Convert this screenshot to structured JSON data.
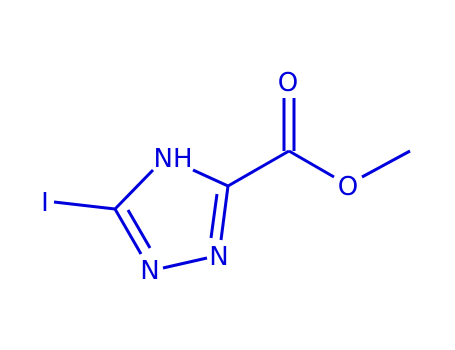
{
  "structure": {
    "color": "#0000dd",
    "atoms": {
      "carbonyl_oxygen": "O",
      "ester_oxygen": "O",
      "ring_nh": "NH",
      "ring_n2": "N",
      "ring_n1": "N",
      "iodine": "I"
    }
  }
}
